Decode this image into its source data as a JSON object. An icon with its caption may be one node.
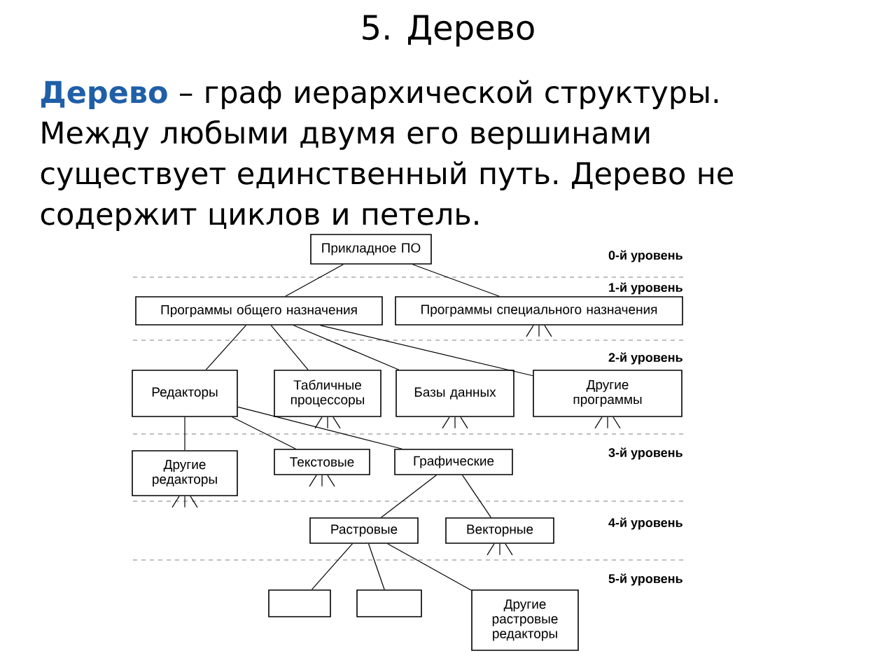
{
  "diagram": {
    "title": "5. Дерево",
    "nodes": [
      {
        "text": [
          "Прикладное ПО"
        ]
      },
      {
        "text": [
          "Программы общего назначения"
        ]
      },
      {
        "text": [
          "Программы специального назначения"
        ]
      },
      {
        "text": [
          "Редакторы"
        ]
      },
      {
        "text": [
          "Табличные процессоры"
        ]
      },
      {
        "text": [
          "Базы данных"
        ]
      },
      {
        "text": [
          "Другие программы"
        ]
      },
      {
        "text": [
          "Другие редакторы"
        ]
      },
      {
        "text": [
          "Текстовые"
        ]
      },
      {
        "text": [
          "Графические"
        ]
      },
      {
        "text": [
          "Растровые"
        ]
      },
      {
        "text": [
          "Векторные"
        ]
      },
      {
        "text": [],
        "shape": "box"
      },
      {
        "text": [],
        "shape": "box"
      },
      {
        "text": [
          "Другие растровые редакторы"
        ]
      }
    ],
    "edges": [
      {
        "from": 0,
        "to": 1,
        "arrow": "none"
      },
      {
        "from": 0,
        "to": 2,
        "arrow": "none"
      },
      {
        "from": 1,
        "to": 3,
        "arrow": "none"
      },
      {
        "from": 1,
        "to": 4,
        "arrow": "none"
      },
      {
        "from": 1,
        "to": 5,
        "arrow": "none"
      },
      {
        "from": 1,
        "to": 6,
        "arrow": "none"
      },
      {
        "from": 3,
        "to": 7,
        "arrow": "none"
      },
      {
        "from": 3,
        "to": 8,
        "arrow": "none"
      },
      {
        "from": 3,
        "to": 9,
        "arrow": "none"
      },
      {
        "from": 9,
        "to": 10,
        "arrow": "none"
      },
      {
        "from": 9,
        "to": 11,
        "arrow": "none"
      },
      {
        "from": 10,
        "to": 12,
        "arrow": "none"
      },
      {
        "from": 10,
        "to": 13,
        "arrow": "none"
      },
      {
        "from": 10,
        "to": 14,
        "arrow": "none"
      },
      {
        "from": 2,
        "to": null,
        "arrow": "none"
      },
      {
        "from": 2,
        "to": null,
        "arrow": "none"
      },
      {
        "from": 2,
        "to": null,
        "arrow": "none"
      },
      {
        "from": 4,
        "to": null,
        "arrow": "none"
      },
      {
        "from": 4,
        "to": null,
        "arrow": "none"
      },
      {
        "from": 4,
        "to": null,
        "arrow": "none"
      },
      {
        "from": 5,
        "to": null,
        "arrow": "none"
      },
      {
        "from": 5,
        "to": null,
        "arrow": "none"
      },
      {
        "from": 5,
        "to": null,
        "arrow": "none"
      },
      {
        "from": 6,
        "to": null,
        "arrow": "none"
      },
      {
        "from": 6,
        "to": null,
        "arrow": "none"
      },
      {
        "from": 6,
        "to": null,
        "arrow": "none"
      },
      {
        "from": 7,
        "to": null,
        "arrow": "none"
      },
      {
        "from": 7,
        "to": null,
        "arrow": "none"
      },
      {
        "from": 7,
        "to": null,
        "arrow": "none"
      },
      {
        "from": 8,
        "to": null,
        "arrow": "none"
      },
      {
        "from": 8,
        "to": null,
        "arrow": "none"
      },
      {
        "from": 8,
        "to": null,
        "arrow": "none"
      },
      {
        "from": 11,
        "to": null,
        "arrow": "none"
      },
      {
        "from": 11,
        "to": null,
        "arrow": "none"
      },
      {
        "from": 11,
        "to": null,
        "arrow": "none"
      }
    ],
    "labels": [
      "**Дерево** – граф иерархической структуры. Между любыми двумя его вершинами существует единственный путь. Дерево не содержит циклов и петель.",
      "0-й уровень",
      "1-й уровень",
      "2-й уровень",
      "3-й уровень",
      "4-й уровень",
      "5-й уровень"
    ]
  }
}
